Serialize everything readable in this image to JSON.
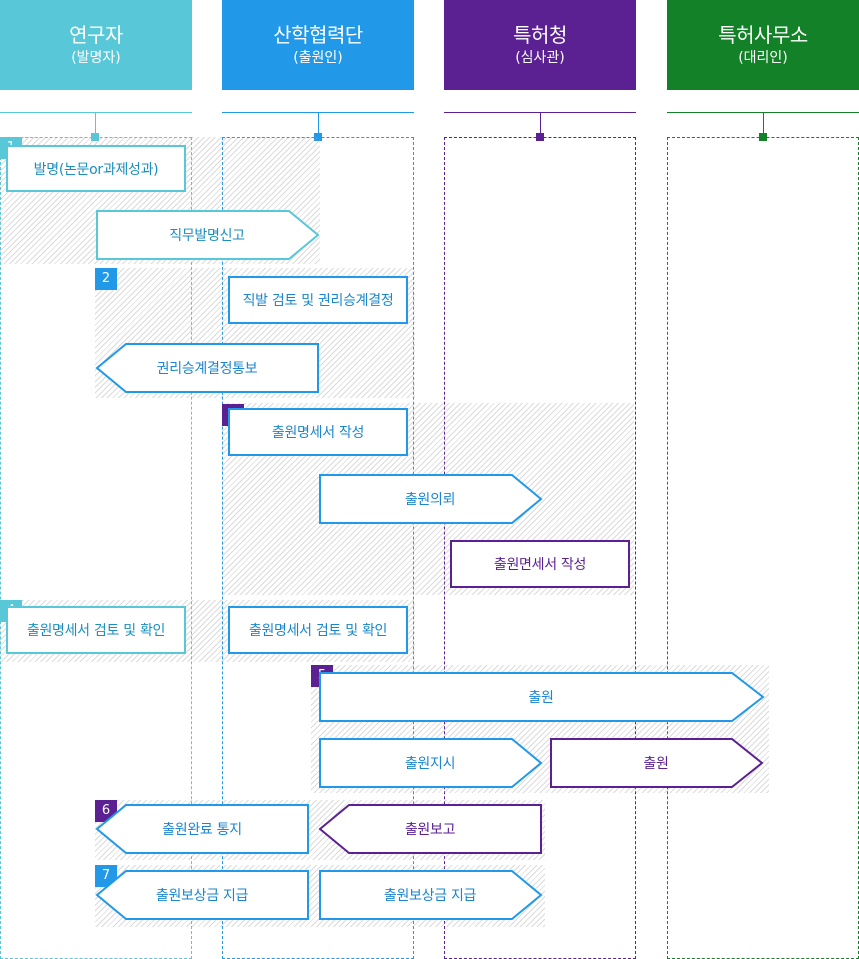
{
  "colors": {
    "inventor": "#58c8d8",
    "foundation": "#2299e8",
    "kipo": "#5b2193",
    "agency": "#138128"
  },
  "columns": [
    {
      "title": "연구자",
      "subtitle": "(발명자)"
    },
    {
      "title": "산학협력단",
      "subtitle": "(출원인)"
    },
    {
      "title": "특허청",
      "subtitle": "(심사관)"
    },
    {
      "title": "특허사무소",
      "subtitle": "(대리인)"
    }
  ],
  "steps": [
    "1",
    "2",
    "3",
    "4",
    "5",
    "6",
    "7"
  ],
  "nodes": {
    "invention": "발명(논문or과제성과)",
    "job_invention_report": "직무발명신고",
    "review_and_succession": "직발 검토 및 권리승계결정",
    "succession_notice": "권리승계결정통보",
    "spec_writing": "출원명세서 작성",
    "filing_request": "출원의뢰",
    "spec_writing_agency": "출원면세서 작성",
    "spec_review_inventor": "출원명세서 검토 및 확인",
    "spec_review_foundation": "출원명세서 검토 및 확인",
    "filing_main": "출원",
    "filing_instruction": "출원지시",
    "filing_agency": "출원",
    "filing_complete_notice": "출원완료 통지",
    "filing_report": "출원보고",
    "reward_payment_inventor": "출원보상금 지급",
    "reward_payment_foundation": "출원보상금 지급"
  }
}
